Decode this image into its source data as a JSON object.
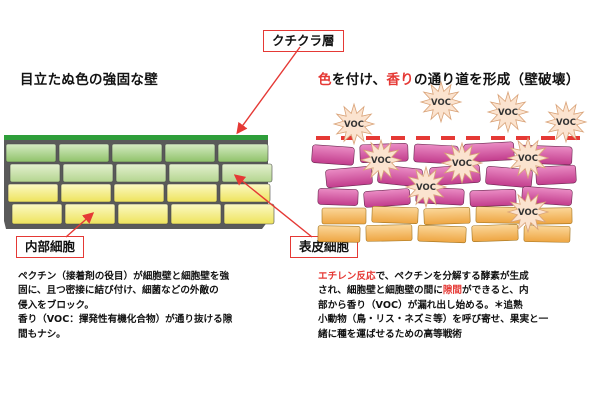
{
  "labels": {
    "cuticle": "クチクラ層",
    "inner_cell": "内部細胞",
    "epidermal_cell": "表皮細胞"
  },
  "headings": {
    "left": "目立たぬ色の強固な壁",
    "right_part1": "色",
    "right_part2": "を付け、",
    "right_part3": "香り",
    "right_part4": "の通り道を形成（壁破壊）"
  },
  "voc_label": "VOC",
  "left_text": {
    "line1": "ペクチン（接着剤の役目）が細胞壁と細胞壁を強",
    "line2": "固に、且つ密接に結び付け、細菌などの外敵の",
    "line3": "侵入をブロック。",
    "line4": "香り（VOC：揮発性有機化合物）が通り抜ける隙",
    "line5": "間もナシ。"
  },
  "right_text": {
    "line1a": "エチレン反応",
    "line1b": "で、ペクチンを分解する酵素が生成",
    "line2a": "され、細胞壁と細胞壁の間に",
    "line2b": "隙間",
    "line2c": "ができると、内",
    "line3": "部から香り（VOC）が漏れ出し始める。＊追熟",
    "line4": "小動物（鳥・リス・ネズミ等）を呼び寄せ、果実と一",
    "line5": "緒に種を運ばせるための高等戦術"
  },
  "colors": {
    "cuticle": "#2e9e3a",
    "epidermal_left": "#a9d18e",
    "inner_left_top": "#c9e0a6",
    "inner_yellow": "#f4f08a",
    "pink": "#d4529e",
    "orange": "#f5b95c",
    "accent_red": "#e53935"
  }
}
